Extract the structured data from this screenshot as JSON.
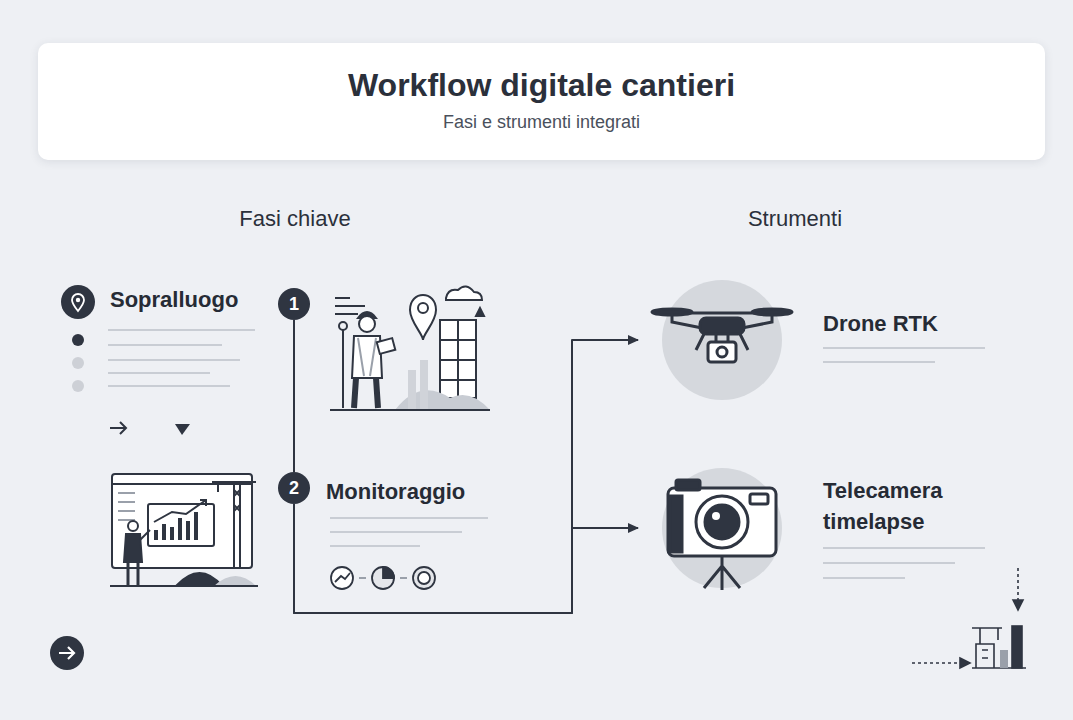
{
  "diagram": {
    "title": "Workflow digitale cantieri",
    "nodes": [
      {
        "text": [
          "Fasi e strumenti integrati"
        ]
      },
      {
        "text": [
          "Sopralluogo"
        ]
      },
      {
        "text": [
          "1"
        ]
      },
      {
        "text": [
          "2"
        ]
      },
      {
        "text": [
          "Monitoraggio"
        ]
      },
      {
        "text": [
          "Drone RTK"
        ]
      },
      {
        "text": [
          "Telecamera timelapse"
        ]
      }
    ],
    "edges": [
      {
        "from": 2,
        "to": 3,
        "arrow": "none"
      },
      {
        "from": 3,
        "to": 5,
        "arrow": "to"
      },
      {
        "from": 3,
        "to": 6,
        "arrow": "to"
      }
    ],
    "labels": [
      "Fasi chiave",
      "Strumenti"
    ]
  }
}
